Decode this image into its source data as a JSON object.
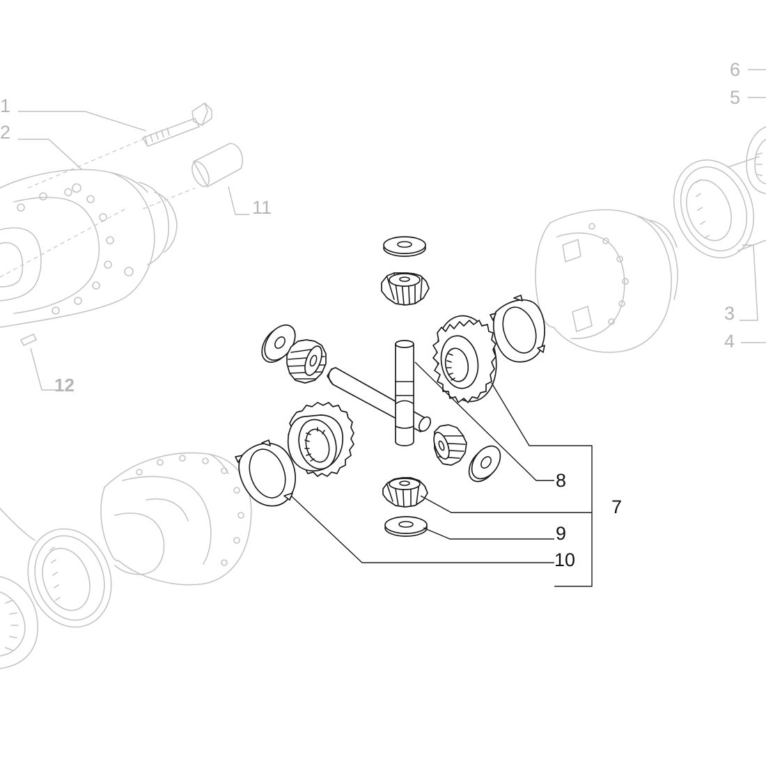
{
  "callouts": [
    {
      "id": "1",
      "text": "1"
    },
    {
      "id": "2",
      "text": "2"
    },
    {
      "id": "3",
      "text": "3"
    },
    {
      "id": "4",
      "text": "4"
    },
    {
      "id": "5",
      "text": "5"
    },
    {
      "id": "6",
      "text": "6"
    },
    {
      "id": "7",
      "text": "7"
    },
    {
      "id": "8",
      "text": "8"
    },
    {
      "id": "9",
      "text": "9"
    },
    {
      "id": "10",
      "text": "10"
    },
    {
      "id": "11",
      "text": "11"
    },
    {
      "id": "12",
      "text": "12"
    }
  ],
  "colors": {
    "highlight_stroke": "#1a1a1a",
    "context_stroke": "#c4c4c4",
    "background": "#ffffff"
  }
}
